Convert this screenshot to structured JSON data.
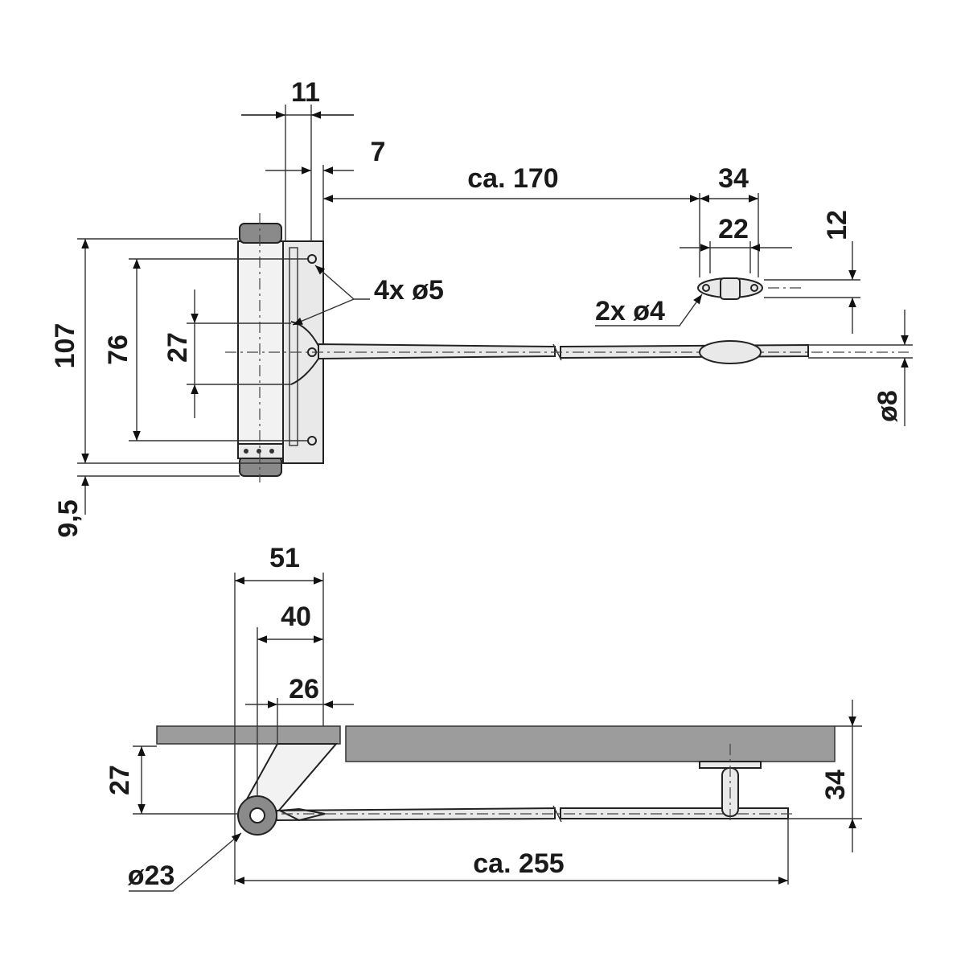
{
  "top_view": {
    "dims": {
      "d11": "11",
      "d7": "7",
      "d170": "ca. 170",
      "d34": "34",
      "d22": "22",
      "d12": "12",
      "d107": "107",
      "d76": "76",
      "d27": "27",
      "d95": "9,5",
      "d8": "ø8"
    },
    "callouts": {
      "holes5": "4x ø5",
      "holes4": "2x ø4"
    }
  },
  "side_view": {
    "dims": {
      "d51": "51",
      "d40": "40",
      "d26": "26",
      "d27": "27",
      "d34": "34",
      "d23": "ø23",
      "d255": "ca. 255"
    }
  },
  "colors": {
    "door_panel": "#9c9c9c",
    "spring_cap": "#8a8a8a"
  }
}
